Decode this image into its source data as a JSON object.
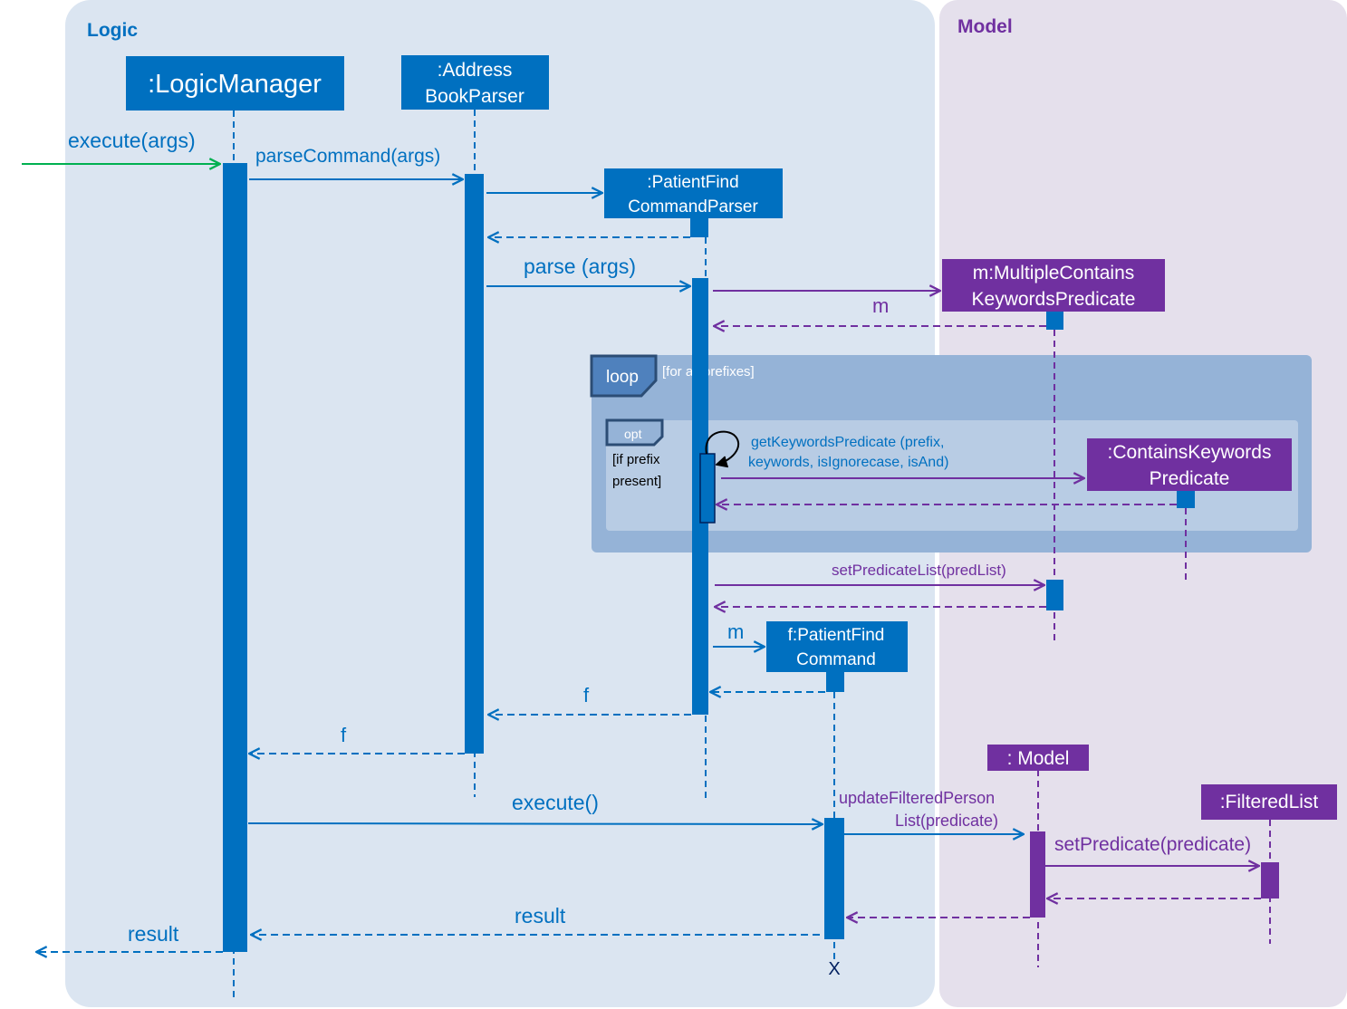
{
  "diagram": {
    "type": "uml-sequence",
    "frames": {
      "logic": "Logic",
      "model": "Model"
    },
    "participants": {
      "logic_manager": ":LogicManager",
      "parser_line1": ":Address",
      "parser_line2": "BookParser",
      "find_parser_line1": ":PatientFind",
      "find_parser_line2": "CommandParser",
      "multi_pred_line1": "m:MultipleContains",
      "multi_pred_line2": "KeywordsPredicate",
      "contains_pred_line1": ":ContainsKeywords",
      "contains_pred_line2": "Predicate",
      "find_command_line1": "f:PatientFind",
      "find_command_line2": "Command",
      "model": ": Model",
      "filtered_list": ":FilteredList"
    },
    "messages": {
      "execute_args": "execute(args)",
      "parse_command": "parseCommand(args)",
      "parse_args": "parse (args)",
      "m_create": "m",
      "get_keywords_line1": "getKeywordsPredicate (prefix,",
      "get_keywords_line2": "keywords, isIgnorecase, isAnd)",
      "set_predicate_list": "setPredicateList(predList)",
      "m_arg": "m",
      "f_return_parse": "f",
      "f_return_parser": "f",
      "execute": "execute()",
      "update_filtered_line1": "updateFilteredPerson",
      "update_filtered_line2": "List(predicate)",
      "set_predicate": "setPredicate(predicate)",
      "result_inner": "result",
      "result_outer": "result",
      "destroy": "X"
    },
    "fragments": {
      "loop_tag": "loop",
      "loop_guard": "[for all prefixes]",
      "opt_tag": "opt",
      "opt_guard_line1": "[if prefix",
      "opt_guard_line2": "present]"
    },
    "colors": {
      "logic_bg": "#dbe5f1",
      "model_bg": "#e5e0ec",
      "logic_blue": "#0070c0",
      "model_purple": "#7030a0",
      "call_green": "#00b050",
      "loop_bg": "#95b3d7",
      "opt_bg": "#b8cce4"
    }
  }
}
